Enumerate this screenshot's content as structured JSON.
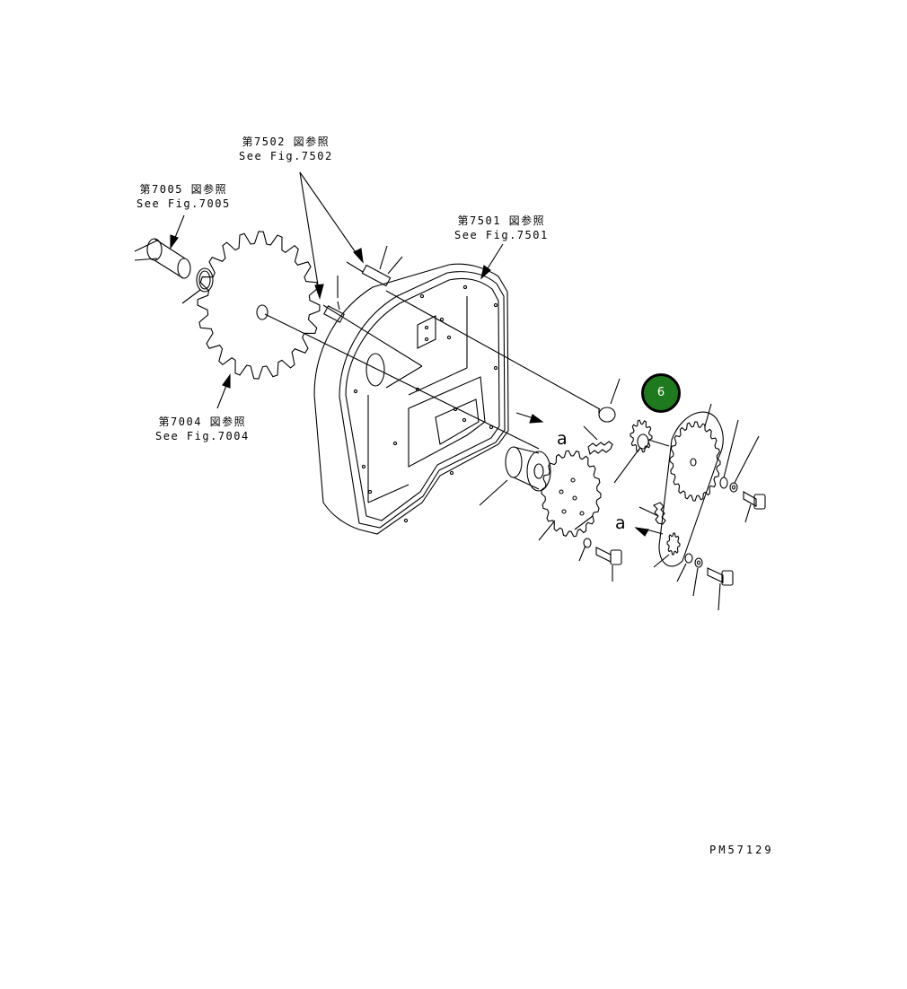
{
  "references": {
    "fig7502": {
      "jp": "第7502 図参照",
      "en": "See Fig.7502"
    },
    "fig7005": {
      "jp": "第7005 図参照",
      "en": "See Fig.7005"
    },
    "fig7501": {
      "jp": "第7501 図参照",
      "en": "See Fig.7501"
    },
    "fig7004": {
      "jp": "第7004 図参照",
      "en": "See Fig.7004"
    }
  },
  "view_markers": {
    "a_upper": "a",
    "a_lower": "a"
  },
  "callout": {
    "label": "6",
    "color": "#1f7a1f"
  },
  "drawing_code": "PM57129"
}
